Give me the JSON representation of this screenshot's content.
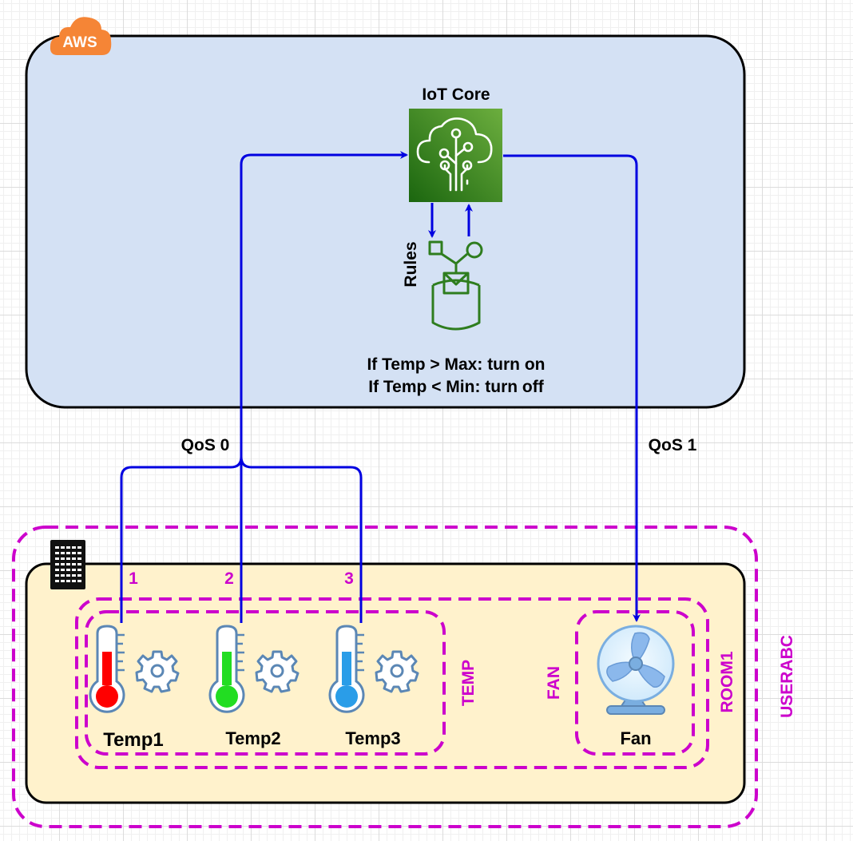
{
  "aws": {
    "badge": "AWS",
    "iot_core_label": "IoT Core",
    "rules_label": "Rules",
    "rule_line1": "If Temp > Max: turn on",
    "rule_line2": "If Temp < Min: turn off"
  },
  "connections": {
    "qos_sensors": "QoS 0",
    "qos_fan": "QoS 1"
  },
  "channels": {
    "c1": "1",
    "c2": "2",
    "c3": "3"
  },
  "devices": {
    "temp1": "Temp1",
    "temp2": "Temp2",
    "temp3": "Temp3",
    "fan": "Fan"
  },
  "groups": {
    "temp": "TEMP",
    "fan": "FAN",
    "room": "ROOM1",
    "user": "USERABC"
  },
  "colors": {
    "aws_bg": "#d4e1f4",
    "local_bg": "#fff2cc",
    "arrow": "#0000e0",
    "group_dash": "#cc00cc",
    "iot_green": "#3f8624",
    "aws_orange": "#f58536"
  }
}
